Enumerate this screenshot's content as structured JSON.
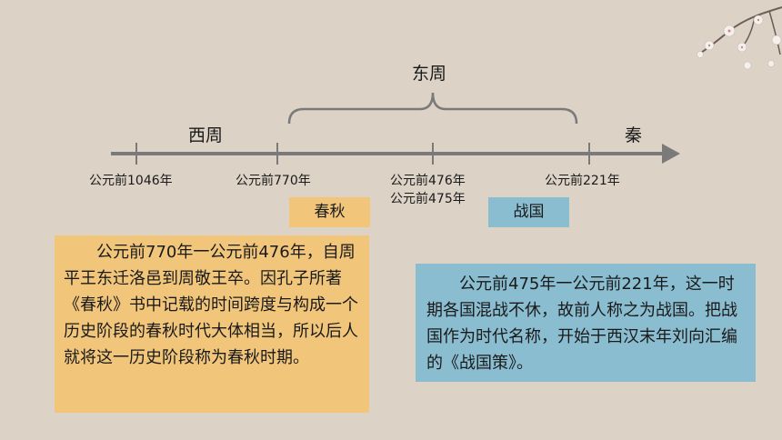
{
  "timeline": {
    "eras": {
      "western_zhou": "西周",
      "eastern_zhou": "东周",
      "qin": "秦"
    },
    "ticks": {
      "t1046": "公元前1046年",
      "t770": "公元前770年",
      "t476": "公元前476年",
      "t475": "公元前475年",
      "t221": "公元前221年"
    },
    "periods": {
      "chunqiu": "春秋",
      "zhanguo": "战国"
    }
  },
  "descriptions": {
    "chunqiu": "公元前770年一公元前476年，自周平王东迁洛邑到周敬王卒。因孔子所著《春秋》书中记载的时间跨度与构成一个历史阶段的春秋时代大体相当，所以后人就将这一历史阶段称为春秋时期。",
    "zhanguo": "公元前475年一公元前221年，这一时期各国混战不休，故前人称之为战国。把战国作为时代名称，开始于西汉末年刘向汇编的《战国策》。"
  },
  "colors": {
    "background": "#dcd2c6",
    "chunqiu": "#f2c67a",
    "zhanguo": "#8bbdd1",
    "axis": "#7a7a7a"
  }
}
